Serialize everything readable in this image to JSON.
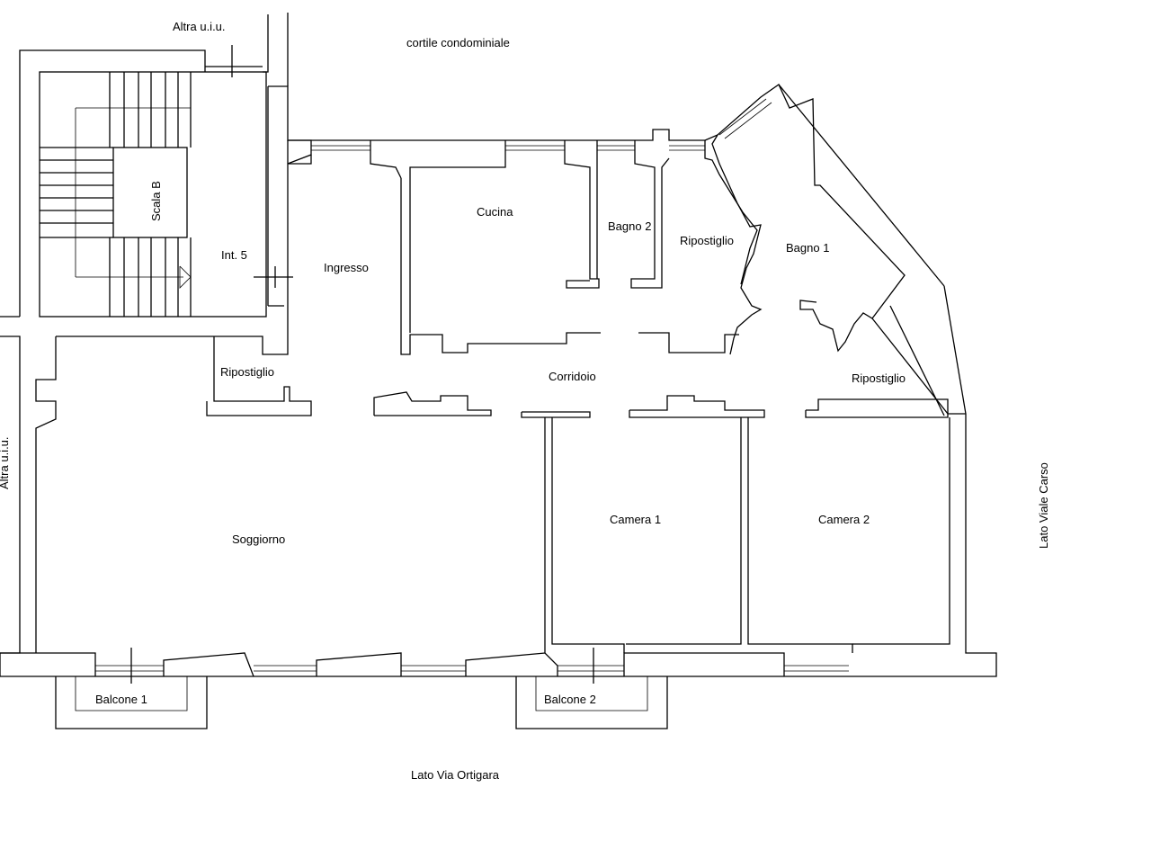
{
  "plan": {
    "rooms": {
      "cucina": "Cucina",
      "bagno_2": "Bagno 2",
      "ripostiglio_top": "Ripostiglio",
      "bagno_1": "Bagno 1",
      "ingresso": "Ingresso",
      "int_5": "Int. 5",
      "scala_b": "Scala B",
      "ripostiglio_left": "Ripostiglio",
      "corridoio": "Corridoio",
      "ripostiglio_right": "Ripostiglio",
      "soggiorno": "Soggiorno",
      "camera_1": "Camera 1",
      "camera_2": "Camera 2",
      "balcone_1": "Balcone 1",
      "balcone_2": "Balcone 2"
    },
    "surroundings": {
      "altra_uiu_top": "Altra u.i.u.",
      "altra_uiu_left": "Altra u.i.u.",
      "cortile": "cortile condominiale",
      "lato_viale_carso": "Lato Viale Carso",
      "lato_via_ortigara": "Lato Via Ortigara"
    },
    "colors": {
      "line": "#000000",
      "background": "#ffffff"
    }
  }
}
